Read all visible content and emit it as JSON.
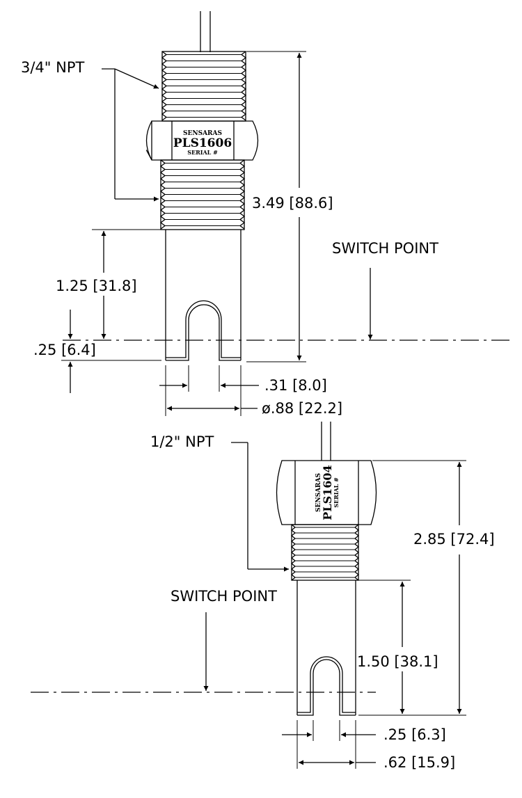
{
  "sensor_3_4": {
    "thread_label": "3/4\" NPT",
    "hex_brand": "SENSARAS",
    "hex_model": "PLS1606",
    "hex_serial": "SERIAL #",
    "dim_overall": "3.49 [88.6]",
    "dim_switch_height": "1.25 [31.8]",
    "dim_tip_offset": ".25 [6.4]",
    "dim_slot_width": ".31 [8.0]",
    "dim_diameter": "ø.88 [22.2]",
    "switch_point_label": "SWITCH POINT"
  },
  "sensor_1_2": {
    "thread_label": "1/2\" NPT",
    "hex_brand": "SENSARAS",
    "hex_model": "PLS1604",
    "hex_serial": "SERIAL #",
    "dim_overall": "2.85 [72.4]",
    "dim_switch_height": "1.50 [38.1]",
    "dim_slot_width": ".25 [6.3]",
    "dim_diameter": ".62 [15.9]",
    "switch_point_label": "SWITCH POINT"
  }
}
